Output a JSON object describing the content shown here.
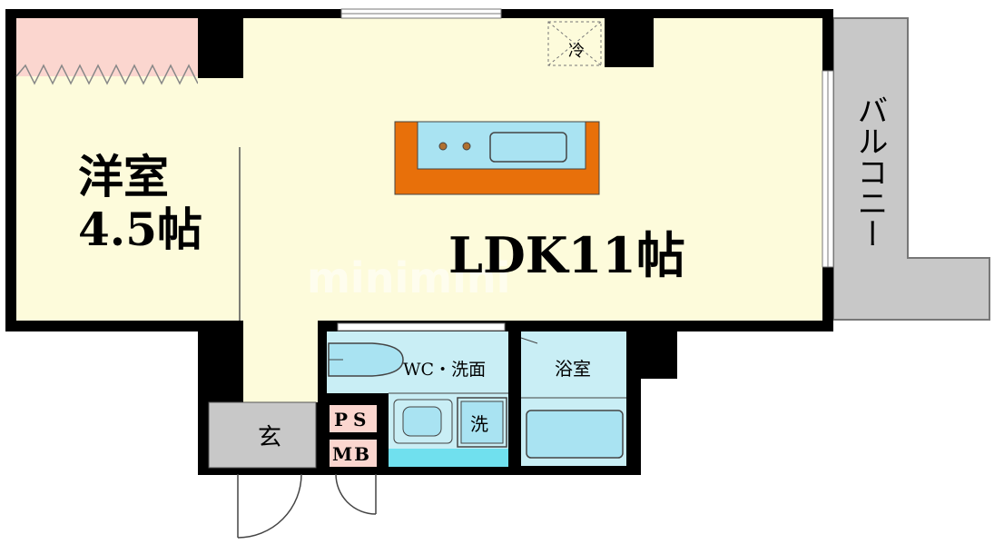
{
  "colors": {
    "wall": "#000000",
    "room_floor": "#fdfbdb",
    "balcony": "#c8c8c8",
    "wet_area": "#c9eef5",
    "fixture": "#a9e3f2",
    "kitchen_counter": "#e8700a",
    "curtain": "#fbd6cf",
    "entrance": "#c8c8c8",
    "utility": "#fbd6cf"
  },
  "labels": {
    "western_room_name": "洋室",
    "western_room_size": "4.5帖",
    "ldk": "LDK11帖",
    "balcony": "バルコニー",
    "wc_washroom": "WC・洗面",
    "bathroom": "浴室",
    "entrance": "玄",
    "ps": "PS",
    "mb": "MB",
    "washer": "洗",
    "fridge": "冷",
    "watermark": "minimini"
  }
}
